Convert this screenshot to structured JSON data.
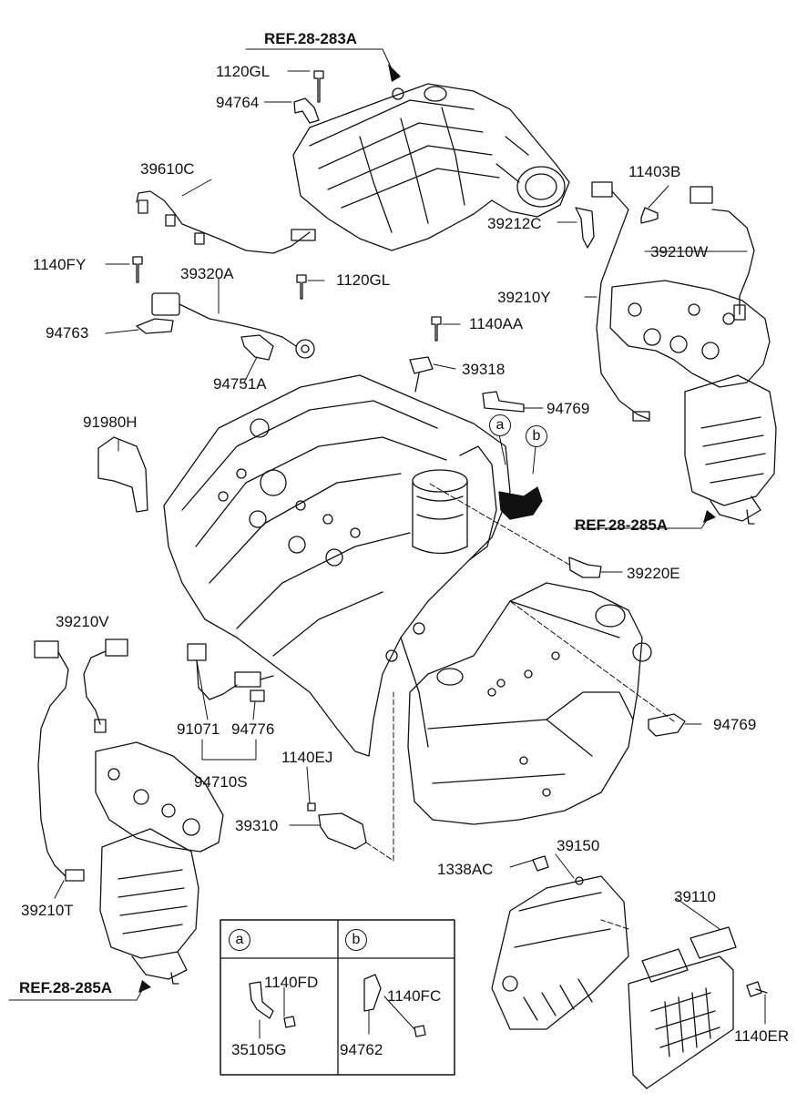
{
  "refs": {
    "top": "REF.28-283A",
    "right": "REF.28-285A",
    "left": "REF.28-285A"
  },
  "labels": {
    "p1120GL_top": "1120GL",
    "p94764": "94764",
    "p39610C": "39610C",
    "p11403B": "11403B",
    "p39212C": "39212C",
    "p39210W": "39210W",
    "p1140FY": "1140FY",
    "p39320A": "39320A",
    "p1120GL_mid": "1120GL",
    "p39210Y": "39210Y",
    "p94763": "94763",
    "p1140AA": "1140AA",
    "p39318": "39318",
    "p94751A": "94751A",
    "p94769_top": "94769",
    "p91980H": "91980H",
    "p39220E": "39220E",
    "p39210V": "39210V",
    "p94769_bot": "94769",
    "p91071": "91071",
    "p94776": "94776",
    "p94710S": "94710S",
    "p1140EJ": "1140EJ",
    "p39310": "39310",
    "p39150": "39150",
    "p1338AC": "1338AC",
    "p39110": "39110",
    "p39210T": "39210T",
    "p1140ER": "1140ER",
    "p1140FD": "1140FD",
    "p35105G": "35105G",
    "p1140FC": "1140FC",
    "p94762": "94762"
  },
  "callouts": {
    "a": "a",
    "b": "b"
  }
}
